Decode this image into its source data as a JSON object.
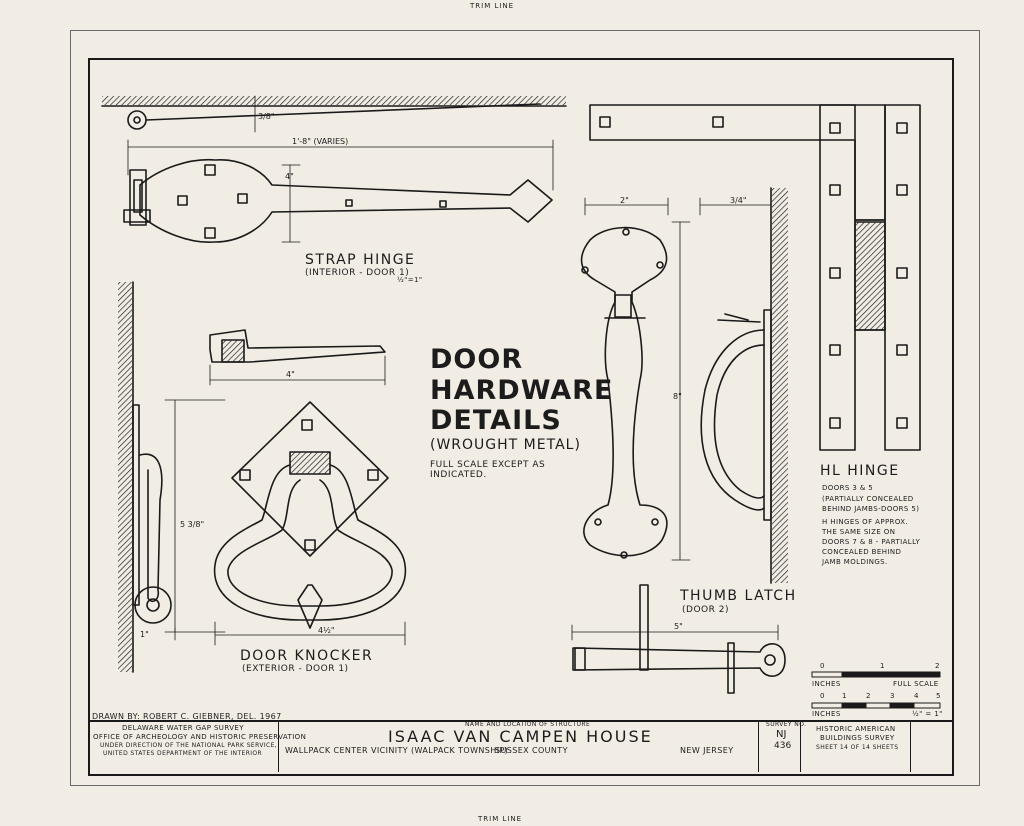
{
  "trim_line_top": "TRIM LINE",
  "trim_line_bottom": "TRIM LINE",
  "title": {
    "line1": "DOOR",
    "line2": "HARDWARE",
    "line3": "DETAILS",
    "material": "(WROUGHT METAL)",
    "note1": "FULL SCALE EXCEPT AS",
    "note2": "INDICATED."
  },
  "strap_hinge": {
    "label": "STRAP HINGE",
    "sub": "(INTERIOR - DOOR 1)",
    "scale": "½\"=1\"",
    "dim_length": "1'-8\" (VARIES)",
    "dim_height": "4\"",
    "dim_top": "3/8\""
  },
  "pull": {
    "dim": "4\""
  },
  "door_knocker": {
    "label": "DOOR KNOCKER",
    "sub": "(EXTERIOR - DOOR 1)",
    "dim_height": "5 3/8\"",
    "dim_width": "4½\"",
    "dim_side": "1\""
  },
  "handle": {
    "dim_width": "2\"",
    "dim_depth": "3/4\"",
    "dim_height": "8\""
  },
  "thumb_latch": {
    "label": "THUMB LATCH",
    "sub": "(DOOR 2)",
    "dim": "5\""
  },
  "hl_hinge": {
    "label": "HL HINGE",
    "notes": [
      "DOORS 3 & 5",
      "(PARTIALLY CONCEALED",
      "BEHIND JAMBS-DOORS 5)",
      "H HINGES OF APPROX.",
      "THE SAME SIZE ON",
      "DOORS 7 & 8 - PARTIALLY",
      "CONCEALED BEHIND",
      "JAMB MOLDINGS."
    ]
  },
  "scale1": {
    "ticks": [
      "0",
      "1",
      "2"
    ],
    "left": "INCHES",
    "right": "FULL SCALE"
  },
  "scale2": {
    "ticks": [
      "0",
      "1",
      "2",
      "3",
      "4",
      "5"
    ],
    "left": "INCHES",
    "right": "½\" = 1\""
  },
  "title_block": {
    "drawn_by": "DRAWN BY: ROBERT C. GIEBNER, DEL. 1967",
    "org1": "DELAWARE WATER GAP SURVEY",
    "org2": "OFFICE OF ARCHEOLOGY AND HISTORIC PRESERVATION",
    "org3": "UNDER DIRECTION OF THE NATIONAL PARK SERVICE,",
    "org4": "UNITED STATES DEPARTMENT OF THE INTERIOR",
    "name_caption": "NAME AND LOCATION OF STRUCTURE",
    "name": "ISAAC VAN CAMPEN HOUSE",
    "location": "WALLPACK CENTER VICINITY (WALPACK TOWNSHIP)",
    "county": "SUSSEX COUNTY",
    "state": "NEW JERSEY",
    "survey_caption": "SURVEY NO.",
    "survey_state": "NJ",
    "survey_no": "436",
    "habs1": "HISTORIC AMERICAN",
    "habs2": "BUILDINGS SURVEY",
    "sheet": "SHEET 14 OF 14 SHEETS"
  }
}
